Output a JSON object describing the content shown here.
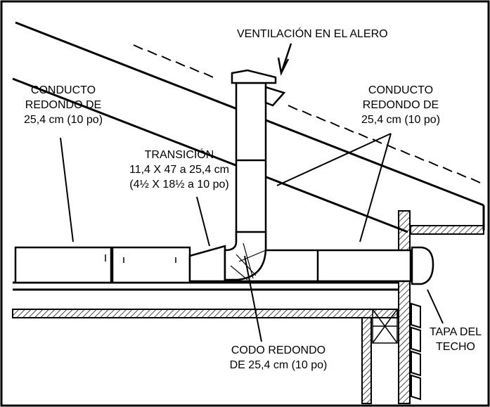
{
  "labels": {
    "eave_vent": "VENTILACIÓN EN EL ALERO",
    "duct_left": [
      "CONDUCTO",
      "REDONDO DE",
      "25,4 cm (10 po)"
    ],
    "duct_right": [
      "CONDUCTO",
      "REDONDO DE",
      "25,4 cm (10 po)"
    ],
    "transition": [
      "TRANSICIÓN",
      "11,4 X 47 a 25,4 cm",
      "(4½ X 18½ a 10 po)"
    ],
    "elbow": [
      "CODO REDONDO",
      "DE 25,4 cm (10 po)"
    ],
    "roof_cap": [
      "TAPA DEL",
      "TECHO"
    ]
  },
  "colors": {
    "line": "#000000",
    "background": "#ffffff"
  }
}
